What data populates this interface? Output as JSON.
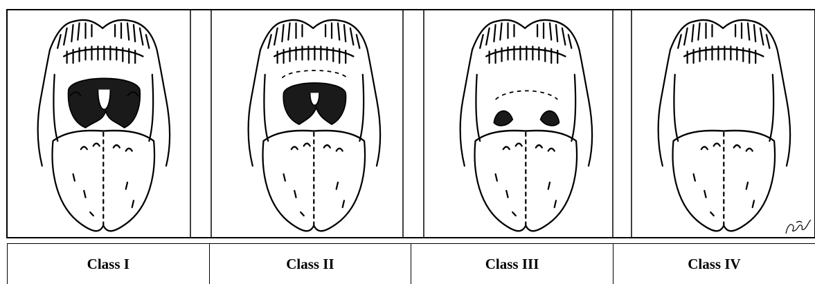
{
  "figure": {
    "classes": [
      {
        "label": "Class I"
      },
      {
        "label": "Class II"
      },
      {
        "label": "Class III"
      },
      {
        "label": "Class IV"
      }
    ],
    "signature_text": "ลายเซ็น"
  },
  "colors": {
    "ink": "#000000",
    "shade": "#1a1a1a",
    "background": "#ffffff"
  }
}
